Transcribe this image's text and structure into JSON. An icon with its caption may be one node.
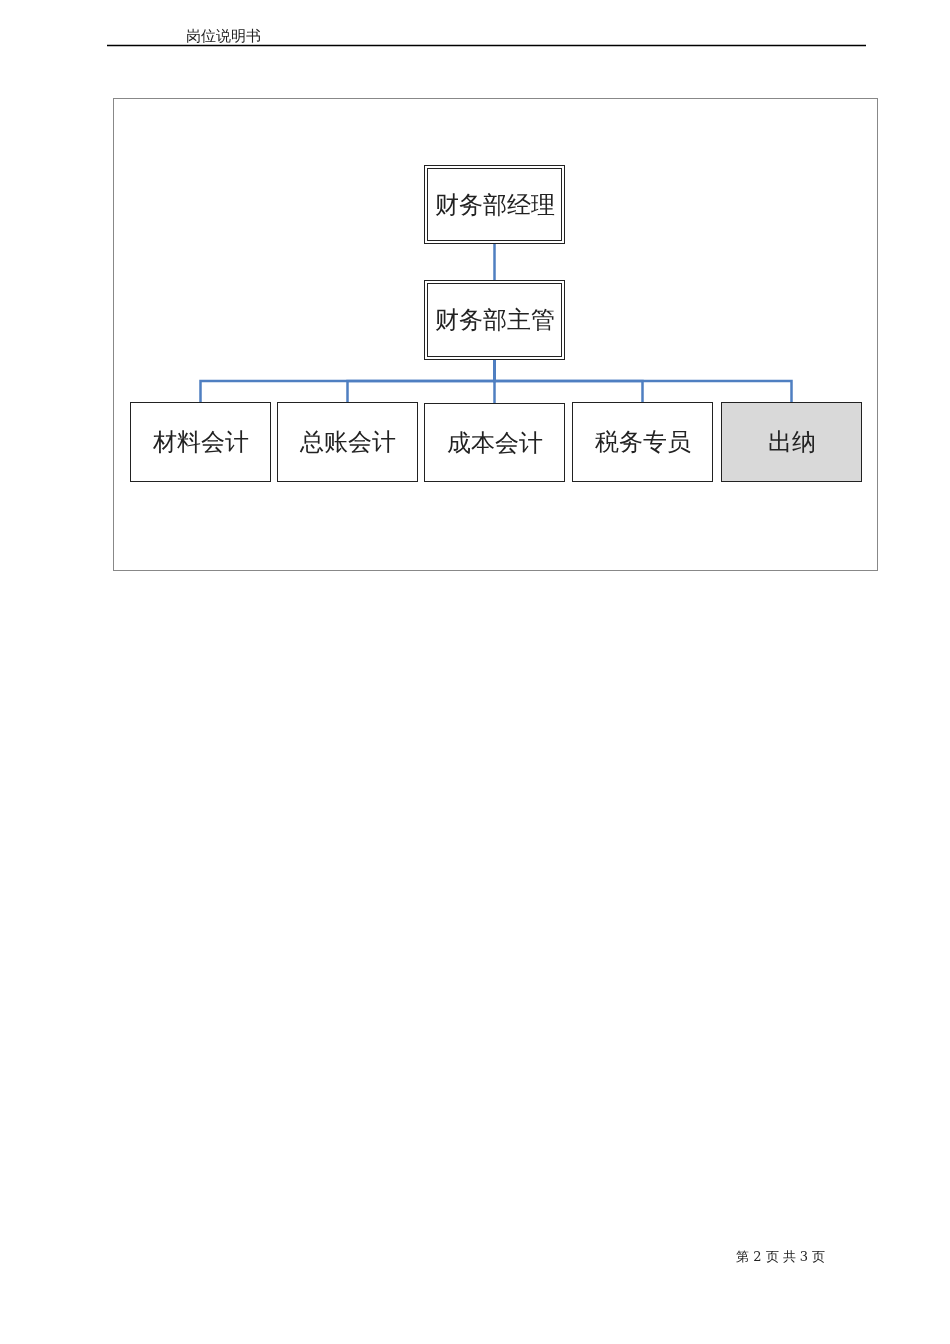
{
  "diagram": {
    "nodes": [
      {
        "text": [
          "财务部经理"
        ]
      },
      {
        "text": [
          "财务部主管"
        ]
      },
      {
        "text": [
          "材料会计"
        ]
      },
      {
        "text": [
          "总账会计"
        ]
      },
      {
        "text": [
          "成本会计"
        ]
      },
      {
        "text": [
          "税务专员"
        ]
      },
      {
        "text": [
          "出纳"
        ]
      }
    ],
    "edges": [
      {
        "from": 0,
        "to": 1,
        "arrow": "none"
      },
      {
        "from": 1,
        "to": 2,
        "arrow": "none"
      },
      {
        "from": 1,
        "to": 3,
        "arrow": "none"
      },
      {
        "from": 1,
        "to": 4,
        "arrow": "none"
      },
      {
        "from": 1,
        "to": 5,
        "arrow": "none"
      },
      {
        "from": 1,
        "to": 6,
        "arrow": "none"
      }
    ],
    "labels": [
      "岗位说明书",
      "第 2 页 共 3 页"
    ]
  }
}
